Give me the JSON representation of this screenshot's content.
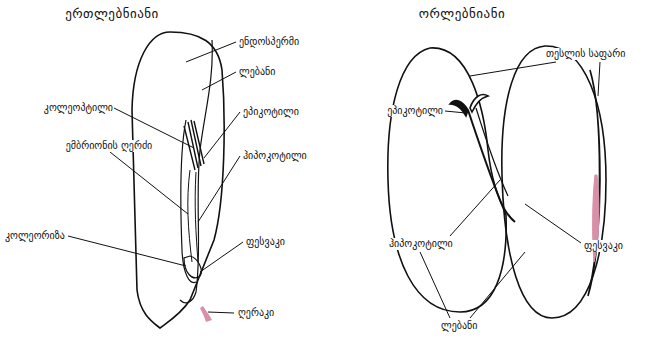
{
  "diagram": {
    "labels": [
      "ერთლებნიანი",
      "ენდოსპერმი",
      "კოლეოპტილი",
      "ლებანი",
      "ემბრიონის ღერძი",
      "ეპიკოტილი",
      "ჰიპოკოტილი",
      "კოლეორიზა",
      "ფესვაკი",
      "ღერაკი",
      "ორლებნიანი",
      "თესლის საფარი",
      "ეპიკოტილი",
      "ჰიპოკოტილი",
      "ფესვაკი",
      "ლებანი"
    ]
  }
}
